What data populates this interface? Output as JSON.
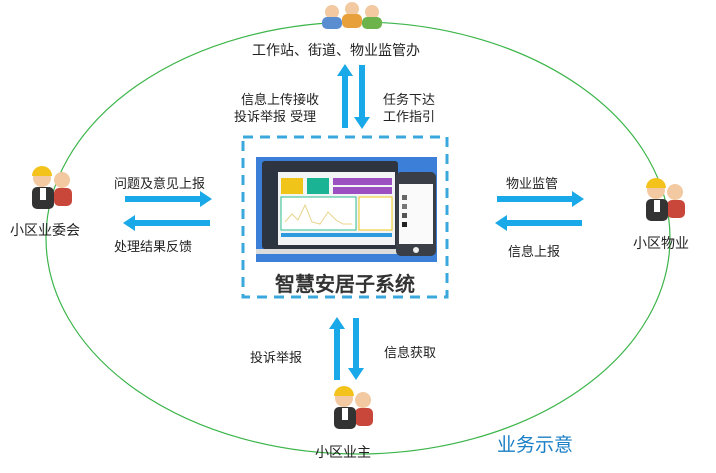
{
  "nodes": {
    "top": "工作站、街道、物业监管办",
    "left": "小区业委会",
    "right": "小区物业",
    "bottom": "小区业主"
  },
  "center": {
    "title": "智慧安居子系统"
  },
  "flows": {
    "top_up_1": "信息上传接收",
    "top_up_2": "投诉举报 受理",
    "top_down_1": "任务下达",
    "top_down_2": "工作指引",
    "left_out": "问题及意见上报",
    "left_in": "处理结果反馈",
    "right_out": "物业监管",
    "right_in": "信息上报",
    "bottom_up": "投诉举报",
    "bottom_down": "信息获取"
  },
  "caption": "业务示意",
  "colors": {
    "arrow": "#1aa9e8",
    "ellipse": "#3cb54a",
    "dash": "#3aa8dc",
    "caption": "#1a7fc6"
  }
}
